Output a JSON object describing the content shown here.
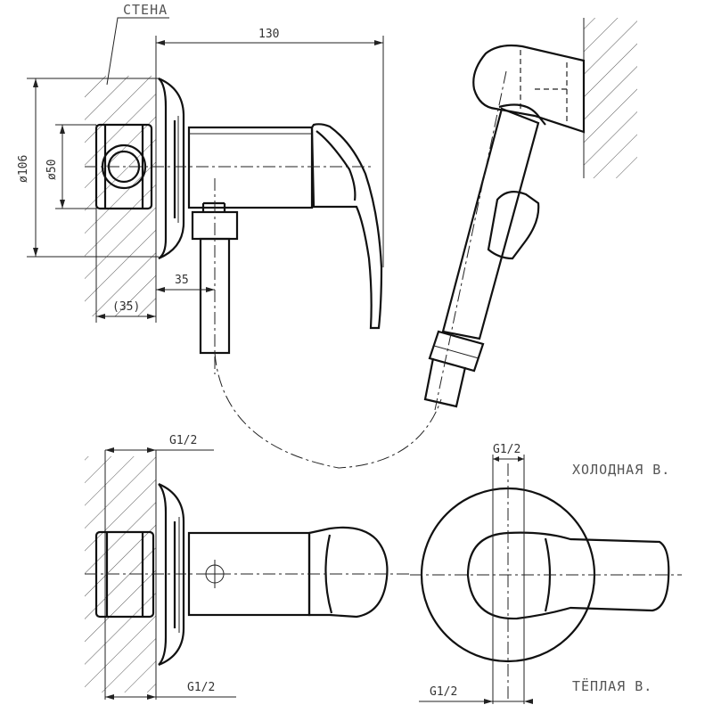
{
  "labels": {
    "wall": "СТЕНА",
    "dim_length": "130",
    "dim_flange_dia": "ø106",
    "dim_body_dia": "ø50",
    "dim_outlet_offset": "35",
    "dim_wall_depth": "(35)",
    "thread_top": "G1/2",
    "thread_bottom": "G1/2",
    "thread_front_top": "G1/2",
    "thread_front_bottom": "G1/2",
    "cold_water": "ХОЛОДНАЯ В.",
    "warm_water": "ТЁПЛАЯ В."
  },
  "colors": {
    "line": "#111111",
    "text": "#333333",
    "background": "#ffffff"
  }
}
